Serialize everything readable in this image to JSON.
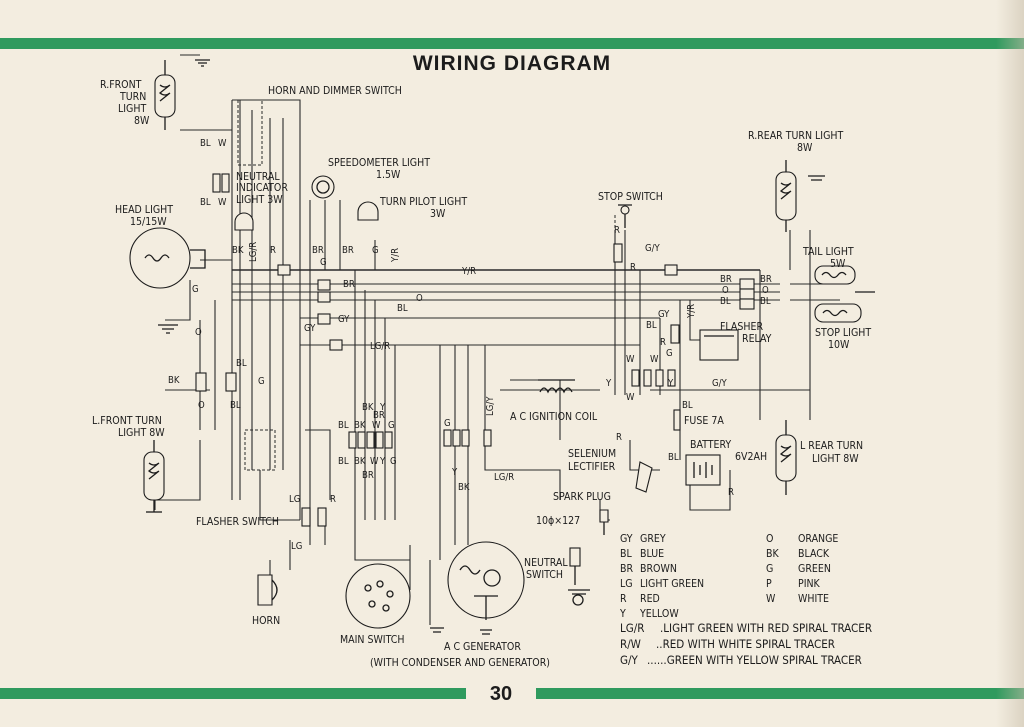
{
  "title": "WIRING DIAGRAM",
  "page_number": "30",
  "components": {
    "r_front_turn_light": [
      "R.FRONT",
      "TURN",
      "LIGHT",
      "8W"
    ],
    "horn_dimmer_switch": "HORN AND DIMMER SWITCH",
    "head_light": [
      "HEAD LIGHT",
      "15/15W"
    ],
    "neutral_indicator": [
      "NEUTRAL",
      "INDICATOR",
      "LIGHT 3W"
    ],
    "speedometer_light": [
      "SPEEDOMETER LIGHT",
      "1.5W"
    ],
    "turn_pilot_light": [
      "TURN PILOT LIGHT",
      "3W"
    ],
    "stop_switch": "STOP SWITCH",
    "r_rear_turn_light": [
      "R.REAR TURN LIGHT",
      "8W"
    ],
    "tail_light": [
      "TAIL LIGHT",
      "5W"
    ],
    "stop_light": [
      "STOP LIGHT",
      "10W"
    ],
    "flasher_relay": [
      "FLASHER",
      "RELAY"
    ],
    "l_front_turn_light": [
      "L.FRONT TURN",
      "LIGHT 8W"
    ],
    "ac_ignition_coil": "A C IGNITION COIL",
    "fuse": "FUSE 7A",
    "battery": [
      "BATTERY",
      "6V2AH"
    ],
    "l_rear_turn_light": [
      "L REAR TURN",
      "LIGHT 8W"
    ],
    "selenium_rectifier": [
      "SELENIUM",
      "LECTIFIER"
    ],
    "spark_plug": [
      "SPARK PLUG",
      "10ϕ×127"
    ],
    "flasher_switch": "FLASHER SWITCH",
    "horn": "HORN",
    "main_switch": "MAIN SWITCH",
    "ac_generator": [
      "A C GENERATOR",
      "(WITH CONDENSER AND GENERATOR)"
    ],
    "neutral_switch": [
      "NEUTRAL",
      "SWITCH"
    ]
  },
  "wire_labels": {
    "bl_w_1": "BL",
    "w_1": "W",
    "bl_w_2": "BL",
    "w_2": "W",
    "g_head": "G",
    "o_left": "O",
    "bk_left": "BK",
    "o_left2": "O",
    "bl_left": "BL",
    "bl_mid": "BL",
    "g_mid": "G",
    "bk_sw": "BK",
    "lgr_sw": "LG/R",
    "r_sw": "R",
    "br_1": "BR",
    "g_1": "G",
    "br_2": "BR",
    "g_2": "G",
    "yr_sw": "Y/R",
    "yr_main": "Y/R",
    "br_main": "BR",
    "bl_main": "BL",
    "o_main": "O",
    "gy_main": "GY",
    "gy_main2": "GY",
    "lgr_main": "LG/R",
    "r_stop": "R",
    "gy_stop": "G/Y",
    "r_stop2": "R",
    "br_r": "BR",
    "o_r": "O",
    "bl_r": "BL",
    "br_r2": "BR",
    "o_r2": "O",
    "bl_r2": "BL",
    "gy_fl": "GY",
    "yr_fl": "Y/R",
    "bl_fl": "BL",
    "r_fl": "R",
    "g_fl": "G",
    "y_fl": "Y",
    "gy_bot": "G/Y",
    "y_bot": "Y",
    "w_bot": "W",
    "w_bot2": "W",
    "w_bot3": "W",
    "bl_bot": "BL",
    "r_bat": "R",
    "bl_bat": "BL",
    "r_bat2": "R",
    "bk_conn": "BK",
    "y_conn": "Y",
    "br_conn": "BR",
    "bl_c1": "BL",
    "bk_c1": "BK",
    "w_c1": "W",
    "g_c1": "G",
    "bl_c2": "BL",
    "bk_c2": "BK",
    "w_c2": "W",
    "y_c2": "Y",
    "g_c2": "G",
    "br_c2": "BR",
    "g_gen": "G",
    "y_gen": "Y",
    "bk_gen": "BK",
    "lgy_gen": "LG/Y",
    "lgr_gen": "LG/R",
    "lg_fs": "LG",
    "r_fs": "R",
    "lg_fs2": "LG"
  },
  "legend": {
    "left": [
      {
        "code": "GY",
        "color": "GREY"
      },
      {
        "code": "BL",
        "color": "BLUE"
      },
      {
        "code": "BR",
        "color": "BROWN"
      },
      {
        "code": "LG",
        "color": "LIGHT GREEN"
      },
      {
        "code": "R",
        "color": "RED"
      },
      {
        "code": "Y",
        "color": "YELLOW"
      }
    ],
    "right": [
      {
        "code": "O",
        "color": "ORANGE"
      },
      {
        "code": "BK",
        "color": "BLACK"
      },
      {
        "code": "G",
        "color": "GREEN"
      },
      {
        "code": "P",
        "color": "PINK"
      },
      {
        "code": "W",
        "color": "WHITE"
      }
    ],
    "tracers": [
      {
        "code": "LG/R",
        "desc": ".LIGHT GREEN WITH RED SPIRAL TRACER"
      },
      {
        "code": "R/W",
        "desc": "..RED WITH WHITE SPIRAL TRACER"
      },
      {
        "code": "G/Y",
        "desc": "......GREEN WITH YELLOW SPIRAL TRACER"
      }
    ]
  },
  "colors": {
    "band": "#2f9a5e",
    "paper": "#f3ede0",
    "ink": "#1c1c1c"
  }
}
